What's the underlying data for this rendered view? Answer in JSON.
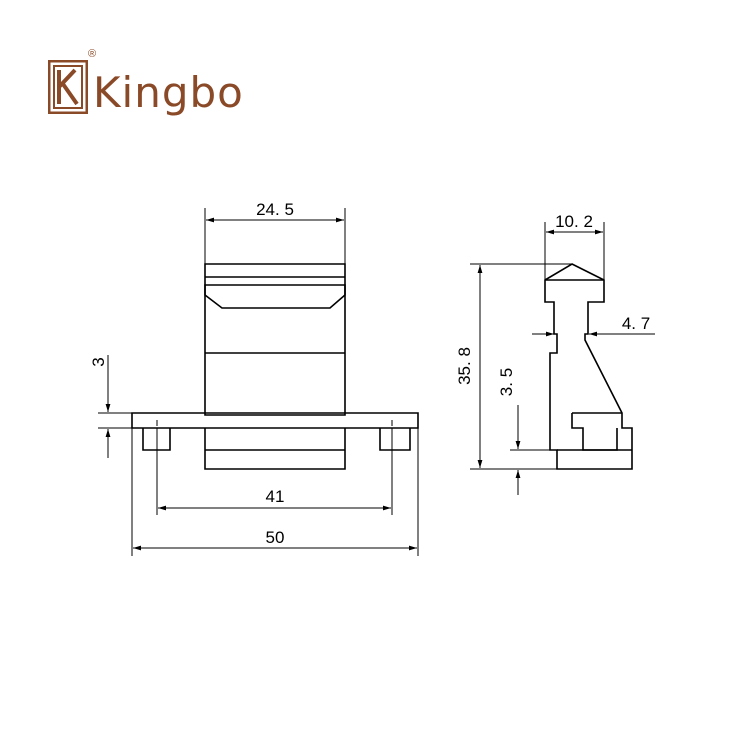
{
  "brand": {
    "name": "Kingbo",
    "mark_letter": "K",
    "registered": "®",
    "color": "#8a4a28"
  },
  "dimensions": {
    "top_width": "24. 5",
    "flange_thickness": "3",
    "hole_spacing": "41",
    "overall_width": "50",
    "side_head_width": "10. 2",
    "side_neck": "4. 7",
    "overall_height": "35. 8",
    "side_foot": "3. 5"
  }
}
